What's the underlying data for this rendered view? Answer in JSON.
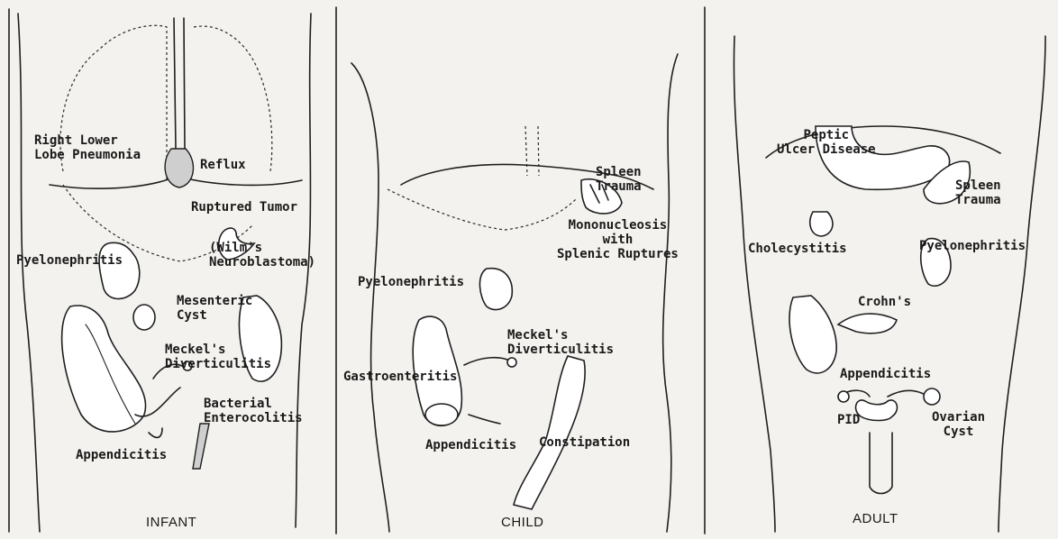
{
  "panels": {
    "infant": {
      "title": "INFANT",
      "labels": {
        "rll_pneumonia": "Right Lower\nLobe Pneumonia",
        "reflux": "Reflux",
        "ruptured_tumor": "Ruptured Tumor",
        "wilms": "(Wilm's\nNeuroblastoma)",
        "pyelonephritis": "Pyelonephritis",
        "mesenteric_cyst": "Mesenteric\nCyst",
        "meckels": "Meckel's\nDiverticulitis",
        "bacterial_enterocolitis": "Bacterial\nEnterocolitis",
        "appendicitis": "Appendicitis"
      }
    },
    "child": {
      "title": "CHILD",
      "labels": {
        "spleen_trauma": "Spleen\nTrauma",
        "mononucleosis": "Mononucleosis\nwith\nSplenic Ruptures",
        "pyelonephritis": "Pyelonephritis",
        "meckels": "Meckel's\nDiverticulitis",
        "gastroenteritis": "Gastroenteritis",
        "appendicitis": "Appendicitis",
        "constipation": "Constipation"
      }
    },
    "adult": {
      "title": "ADULT",
      "labels": {
        "peptic_ulcer": "Peptic\nUlcer Disease",
        "spleen_trauma": "Spleen\nTrauma",
        "cholecystitis": "Cholecystitis",
        "pyelonephritis": "Pyelonephritis",
        "crohns": "Crohn's",
        "appendicitis": "Appendicitis",
        "pid": "PID",
        "ovarian_cyst": "Ovarian\nCyst"
      }
    }
  }
}
